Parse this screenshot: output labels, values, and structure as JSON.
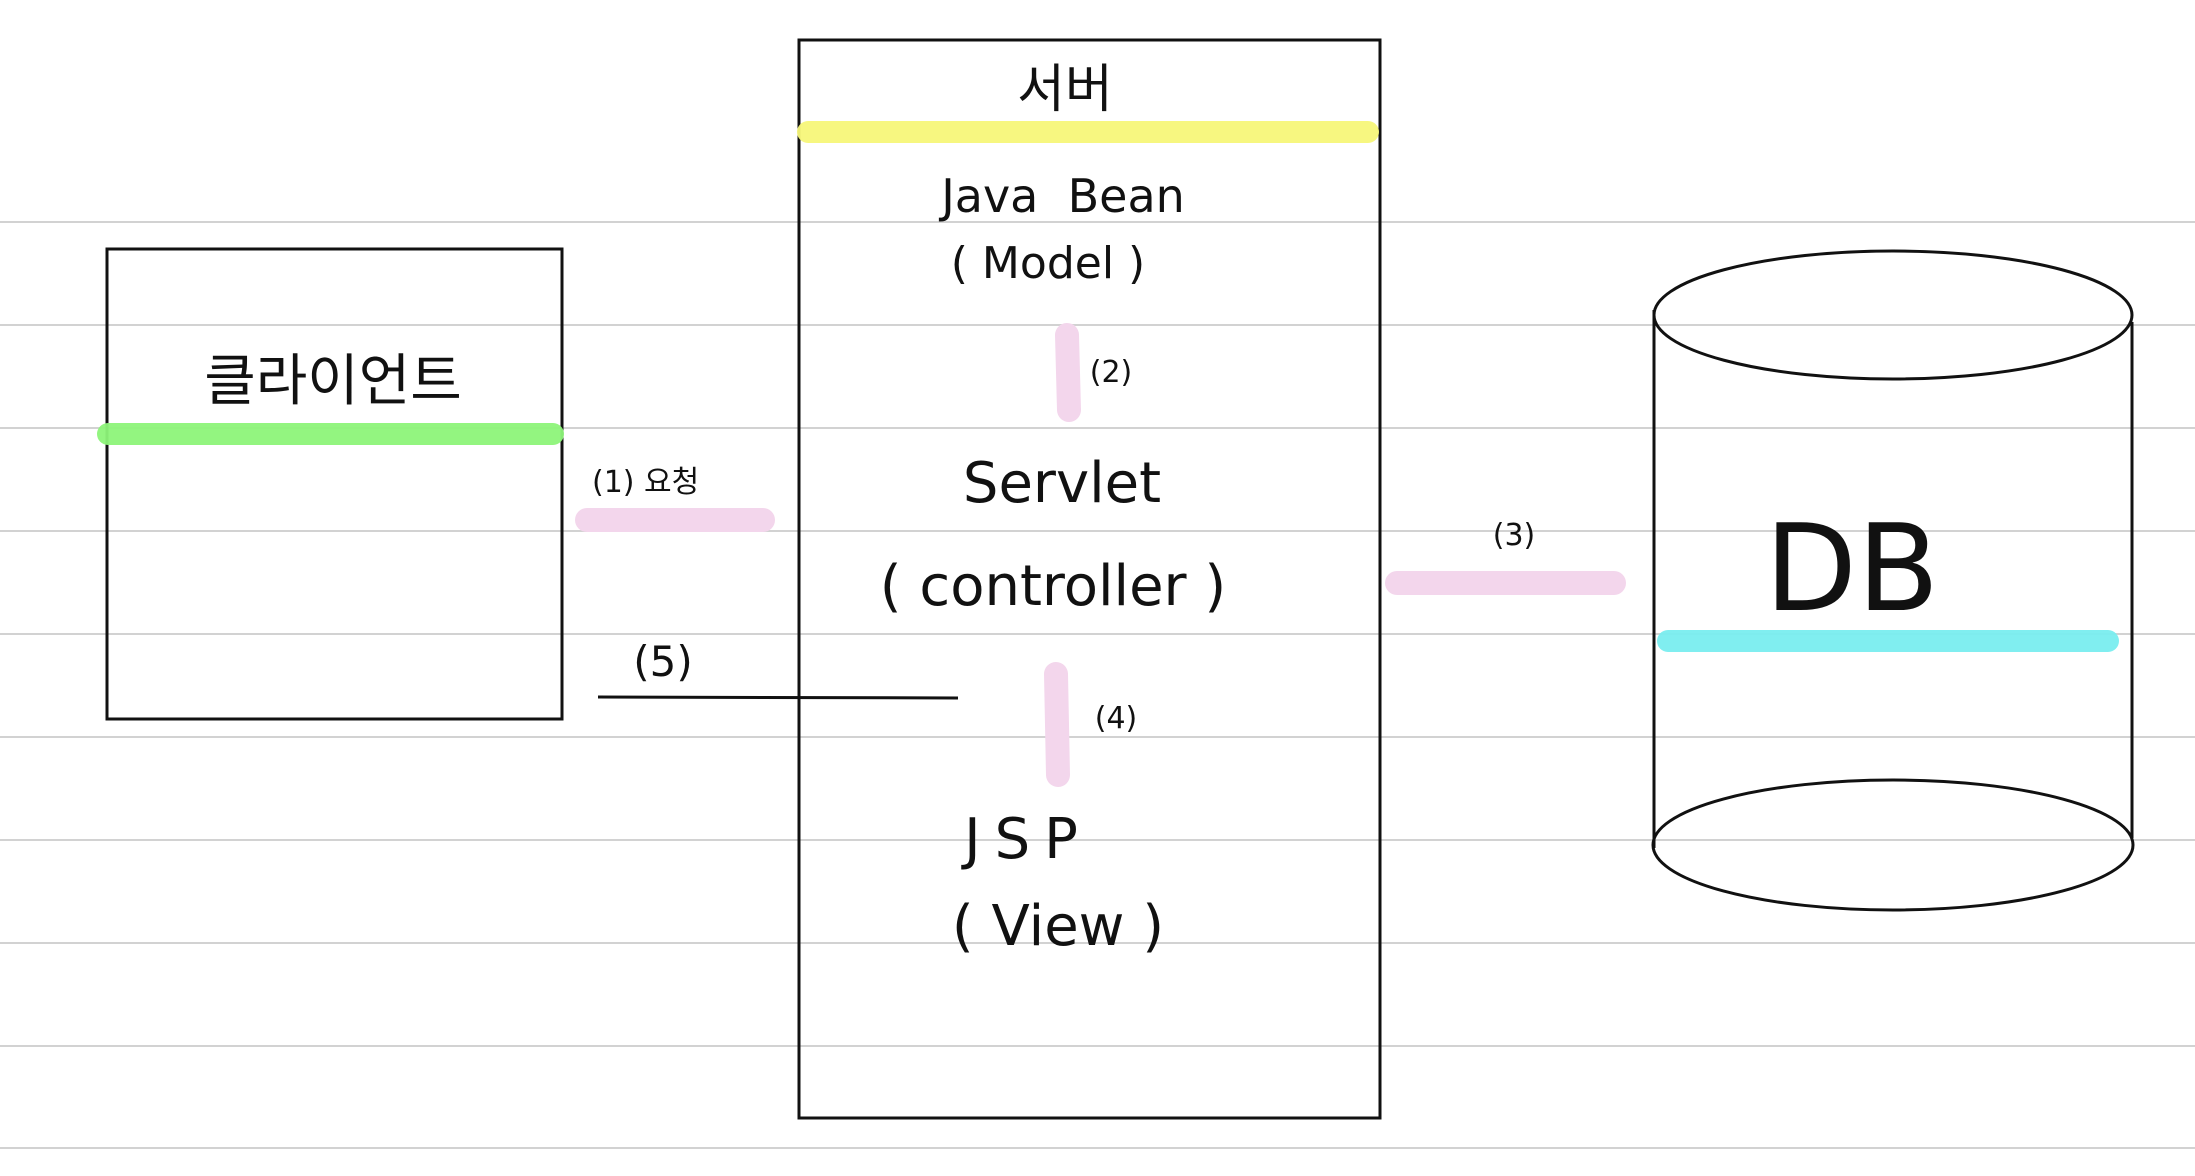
{
  "server": {
    "title": "서버",
    "model": {
      "name": "Java  Bean",
      "role": "( Model )"
    },
    "controller": {
      "name": "Servlet",
      "role": "( controller )"
    },
    "view": {
      "name": "JSP",
      "role": "( View )"
    }
  },
  "client": {
    "title": "클라이언트"
  },
  "database": {
    "title": "DB"
  },
  "arrows": {
    "step1": "(1) 요청",
    "step2": "(2)",
    "step3": "(3)",
    "step4": "(4)",
    "step5": "(5)"
  },
  "colors": {
    "server_highlight": "#f7f77a",
    "client_highlight": "#8ef57a",
    "db_highlight": "#7aeef0",
    "arrow_highlight": "#f3d6ec",
    "ruled_line": "#d2d2d2",
    "ink": "#111111"
  }
}
